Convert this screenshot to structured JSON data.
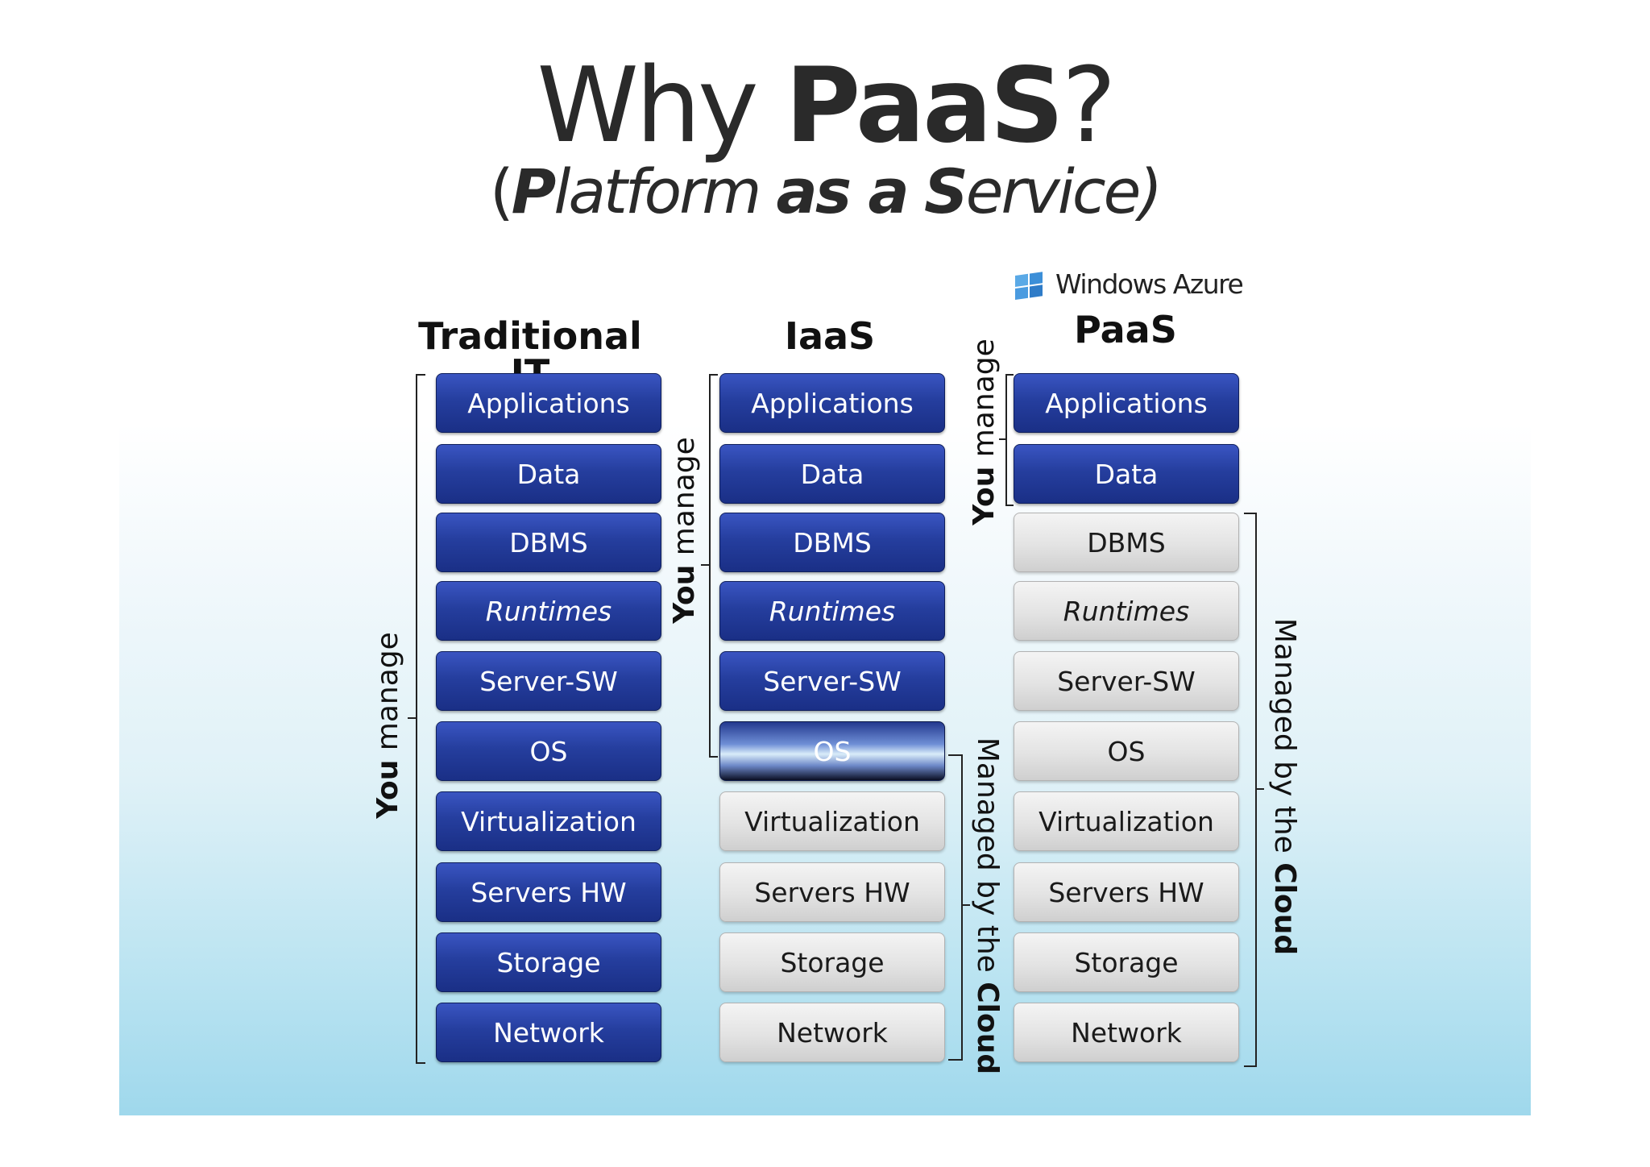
{
  "title": {
    "pre": "Why ",
    "bold": "PaaS",
    "post": "?"
  },
  "subtitle": {
    "p1": "(",
    "p2": "P",
    "p3": "latform ",
    "p4": "as a",
    "p5": " ",
    "p6": "S",
    "p7": "ervice)"
  },
  "columns": [
    {
      "heading": "Traditional IT",
      "items": [
        "Applications",
        "Data",
        "DBMS",
        "Runtimes",
        "Server-SW",
        "OS",
        "Virtualization",
        "Servers HW",
        "Storage",
        "Network"
      ]
    },
    {
      "heading": "IaaS",
      "items": [
        "Applications",
        "Data",
        "DBMS",
        "Runtimes",
        "Server-SW",
        "OS",
        "Virtualization",
        "Servers HW",
        "Storage",
        "Network"
      ]
    },
    {
      "heading": "PaaS",
      "logo_text": "Windows Azure",
      "items": [
        "Applications",
        "Data",
        "DBMS",
        "Runtimes",
        "Server-SW",
        "OS",
        "Virtualization",
        "Servers HW",
        "Storage",
        "Network"
      ]
    }
  ],
  "labels": {
    "you": "You",
    "manage": " manage",
    "managed_by": "Managed by the ",
    "cloud": "Cloud"
  },
  "colors": {
    "you_manage_box": "#253e9e",
    "cloud_managed_box": "#e3e3e3"
  }
}
